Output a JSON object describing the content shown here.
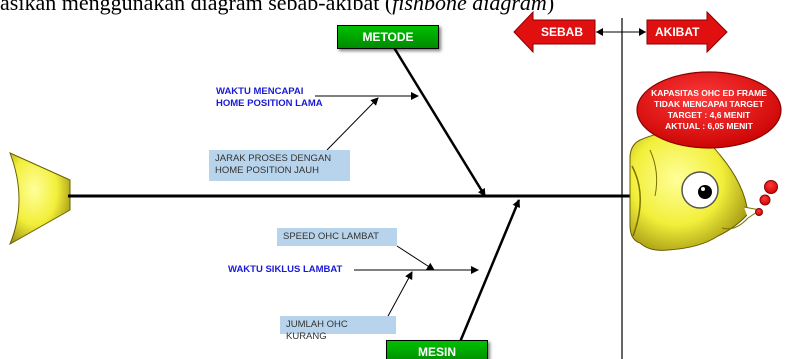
{
  "caption": {
    "before": "asikan menggunakan diagram sebab-akibat (",
    "italic": "fishbone diagram",
    "after": ")"
  },
  "categories": {
    "metode": "METODE",
    "mesin": "MESIN"
  },
  "header_arrows": {
    "left": "SEBAB",
    "right": "AKIBAT"
  },
  "causes": {
    "waktu_mencapai": [
      "WAKTU MENCAPAI",
      "HOME POSITION LAMA"
    ],
    "jarak_proses": [
      "JARAK PROSES DENGAN",
      "HOME POSITION JAUH"
    ],
    "speed_ohc": "SPEED OHC LAMBAT",
    "waktu_siklus": "WAKTU SIKLUS LAMBAT",
    "jumlah_ohc": "JUMLAH OHC KURANG"
  },
  "effect": [
    "KAPASITAS OHC ED FRAME",
    "TIDAK MENCAPAI TARGET",
    "TARGET : 4,6 MENIT",
    "AKTUAL : 6,05 MENIT"
  ],
  "colors": {
    "category_green": "#00a000",
    "cause_blue": "#1a1ad6",
    "box_blue": "#b8d4ec",
    "arrow_red": "#e01010",
    "fish_yellow": "#f2ef3a"
  }
}
